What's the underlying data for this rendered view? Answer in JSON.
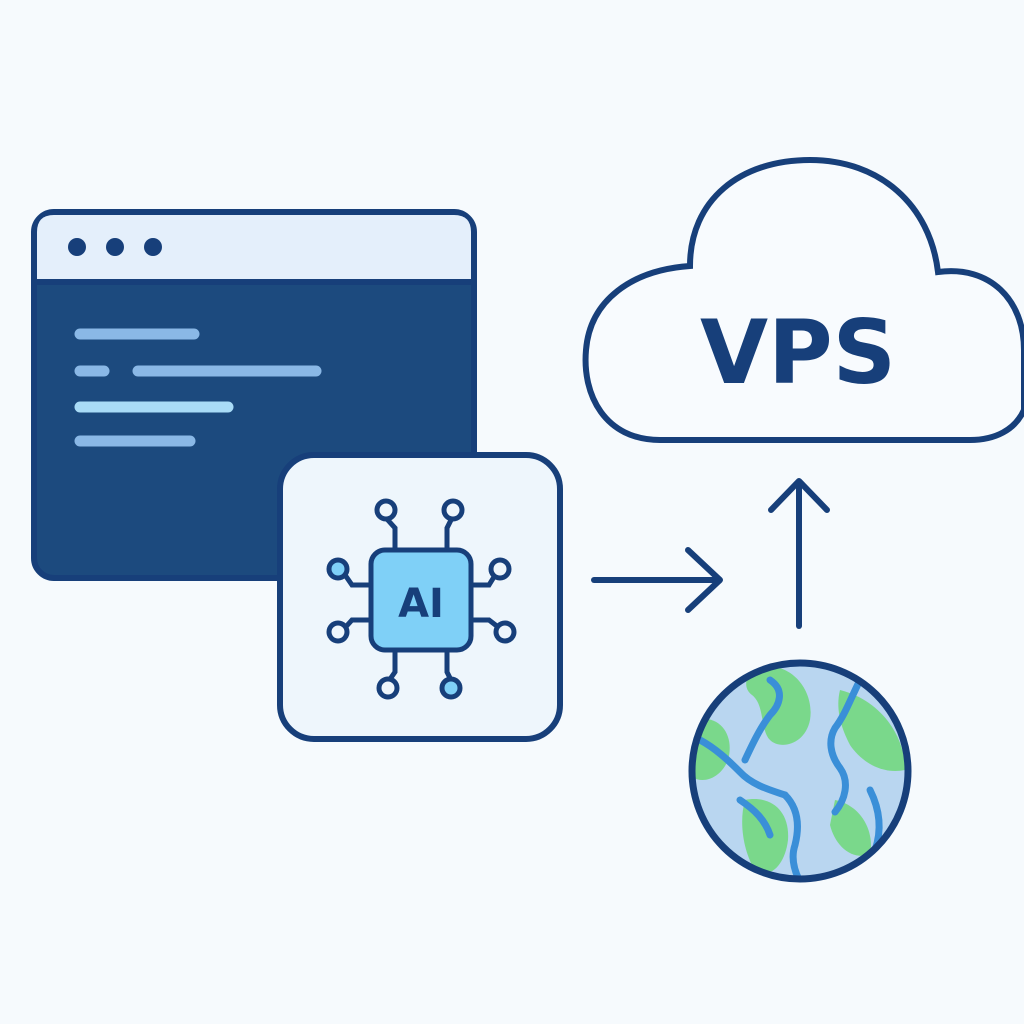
{
  "diagram": {
    "cloud": {
      "label": "VPS"
    },
    "chip": {
      "label": "AI"
    },
    "browser": {
      "dots": 3,
      "code_lines": 4
    },
    "arrows": [
      {
        "from": "ai-chip",
        "to": "vps-cloud",
        "direction": "right"
      },
      {
        "from": "globe",
        "to": "vps-cloud",
        "direction": "up"
      }
    ],
    "colors": {
      "background": "#f6fafd",
      "outline": "#173f7a",
      "browser_panel": "#1c4a7e",
      "browser_bar": "#e4effb",
      "chip_fill": "#7fd0f7",
      "chip_card": "#eef6fc",
      "code_line": "#8ab8e6",
      "code_line_bright": "#a9dcf7",
      "ocean": "#b9d6f0",
      "land": "#7ad88b",
      "rivers": "#3a8fd8"
    }
  }
}
